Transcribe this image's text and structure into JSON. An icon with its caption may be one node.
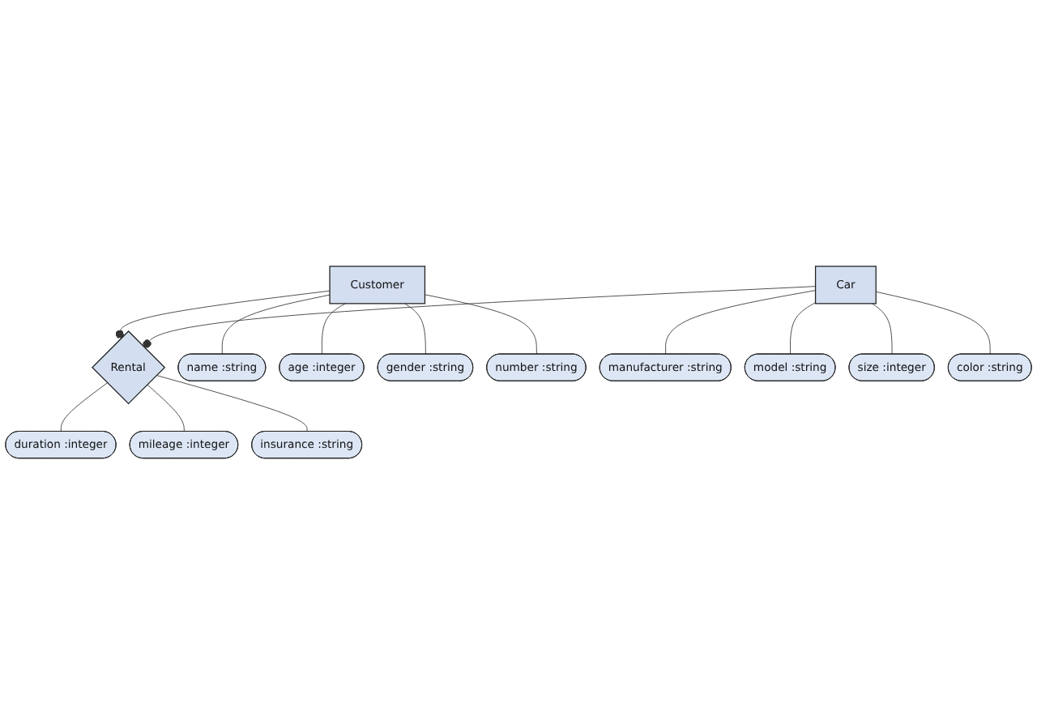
{
  "diagram": {
    "nodes": [
      {
        "text": [
          "Customer"
        ]
      },
      {
        "text": [
          "Rental"
        ]
      },
      {
        "text": [
          "Car"
        ]
      },
      {
        "text": [
          "name :string"
        ]
      },
      {
        "text": [
          "age :integer"
        ]
      },
      {
        "text": [
          "gender :string"
        ]
      },
      {
        "text": [
          "number :string"
        ]
      },
      {
        "text": [
          "duration :integer"
        ]
      },
      {
        "text": [
          "mileage :integer"
        ]
      },
      {
        "text": [
          "insurance :string"
        ]
      },
      {
        "text": [
          "manufacturer :string"
        ]
      },
      {
        "text": [
          "model :string"
        ]
      },
      {
        "text": [
          "size :integer"
        ]
      },
      {
        "text": [
          "color :string"
        ]
      }
    ],
    "edges": [
      {
        "from": 0,
        "to": 1,
        "arrow": "other"
      },
      {
        "from": 2,
        "to": 1,
        "arrow": "other"
      },
      {
        "from": 0,
        "to": 3,
        "arrow": "none"
      },
      {
        "from": 0,
        "to": 4,
        "arrow": "none"
      },
      {
        "from": 0,
        "to": 5,
        "arrow": "none"
      },
      {
        "from": 0,
        "to": 6,
        "arrow": "none"
      },
      {
        "from": 1,
        "to": 7,
        "arrow": "none"
      },
      {
        "from": 1,
        "to": 8,
        "arrow": "none"
      },
      {
        "from": 1,
        "to": 9,
        "arrow": "none"
      },
      {
        "from": 2,
        "to": 10,
        "arrow": "none"
      },
      {
        "from": 2,
        "to": 11,
        "arrow": "none"
      },
      {
        "from": 2,
        "to": 12,
        "arrow": "none"
      },
      {
        "from": 2,
        "to": 13,
        "arrow": "none"
      }
    ]
  }
}
